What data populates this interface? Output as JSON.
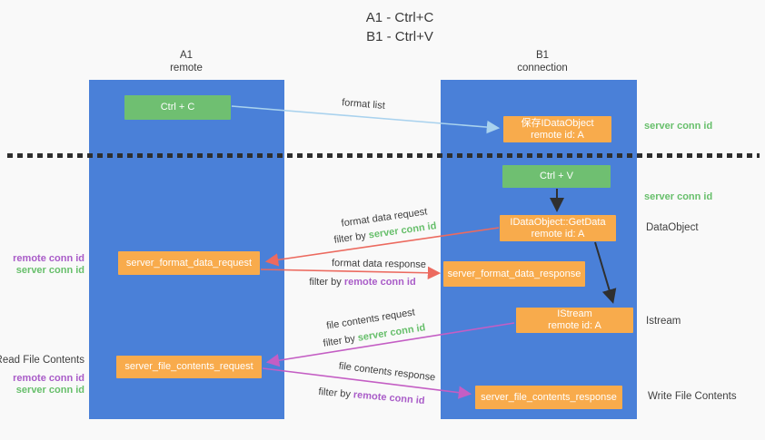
{
  "title": {
    "line1": "A1 - Ctrl+C",
    "line2": "B1 - Ctrl+V"
  },
  "lifelines": {
    "left": {
      "name": "A1",
      "role": "remote"
    },
    "right": {
      "name": "B1",
      "role": "connection"
    }
  },
  "boxes": {
    "ctrl_c": {
      "label": "Ctrl + C"
    },
    "save_dataobject": {
      "line1": "保存IDataObject",
      "line2": "remote id: A"
    },
    "ctrl_v": {
      "label": "Ctrl + V"
    },
    "getdata": {
      "line1": "IDataObject::GetData",
      "line2": "remote id: A"
    },
    "format_request": {
      "label": "server_format_data_request"
    },
    "format_response": {
      "label": "server_format_data_response"
    },
    "istream": {
      "line1": "IStream",
      "line2": "remote id: A"
    },
    "file_request": {
      "label": "server_file_contents_request"
    },
    "file_response": {
      "label": "server_file_contents_response"
    }
  },
  "arrows": {
    "format_list": {
      "label": "format list"
    },
    "format_data_request": {
      "label": "format data request",
      "filter_prefix": "filter by",
      "filter_key": "server conn id"
    },
    "format_data_response": {
      "label": "format data response",
      "filter_prefix": "filter by",
      "filter_key": "remote conn id"
    },
    "file_contents_request": {
      "label": "file contents request",
      "filter_prefix": "filter by",
      "filter_key": "server conn id"
    },
    "file_contents_response": {
      "label": "file contents response",
      "filter_prefix": "filter by",
      "filter_key": "remote conn id"
    }
  },
  "annotations": {
    "right_server_conn_id_top": "server conn id",
    "right_server_conn_id_mid": "server conn id",
    "dataobject": "DataObject",
    "istream": "Istream",
    "write_file_contents": "Write File Contents",
    "read_file_contents": "Read File Contents",
    "left_mid": {
      "remote_conn_id": "remote conn id",
      "server_conn_id": "server conn id"
    },
    "left_bottom": {
      "remote_conn_id": "remote conn id",
      "server_conn_id": "server conn id"
    }
  },
  "colors": {
    "background": "#f9f9f9",
    "lifeline_blue": "#4a80d8",
    "action_green": "#6fbf71",
    "message_orange": "#f8ab4c",
    "arrow_red": "#ec6a5f",
    "arrow_magenta": "#c45ec4",
    "arrow_lightblue": "#a9d2ee",
    "arrow_black": "#2f2f2f",
    "server_conn_id_green": "#67bf6b",
    "remote_conn_id_purple": "#a95cc8"
  }
}
